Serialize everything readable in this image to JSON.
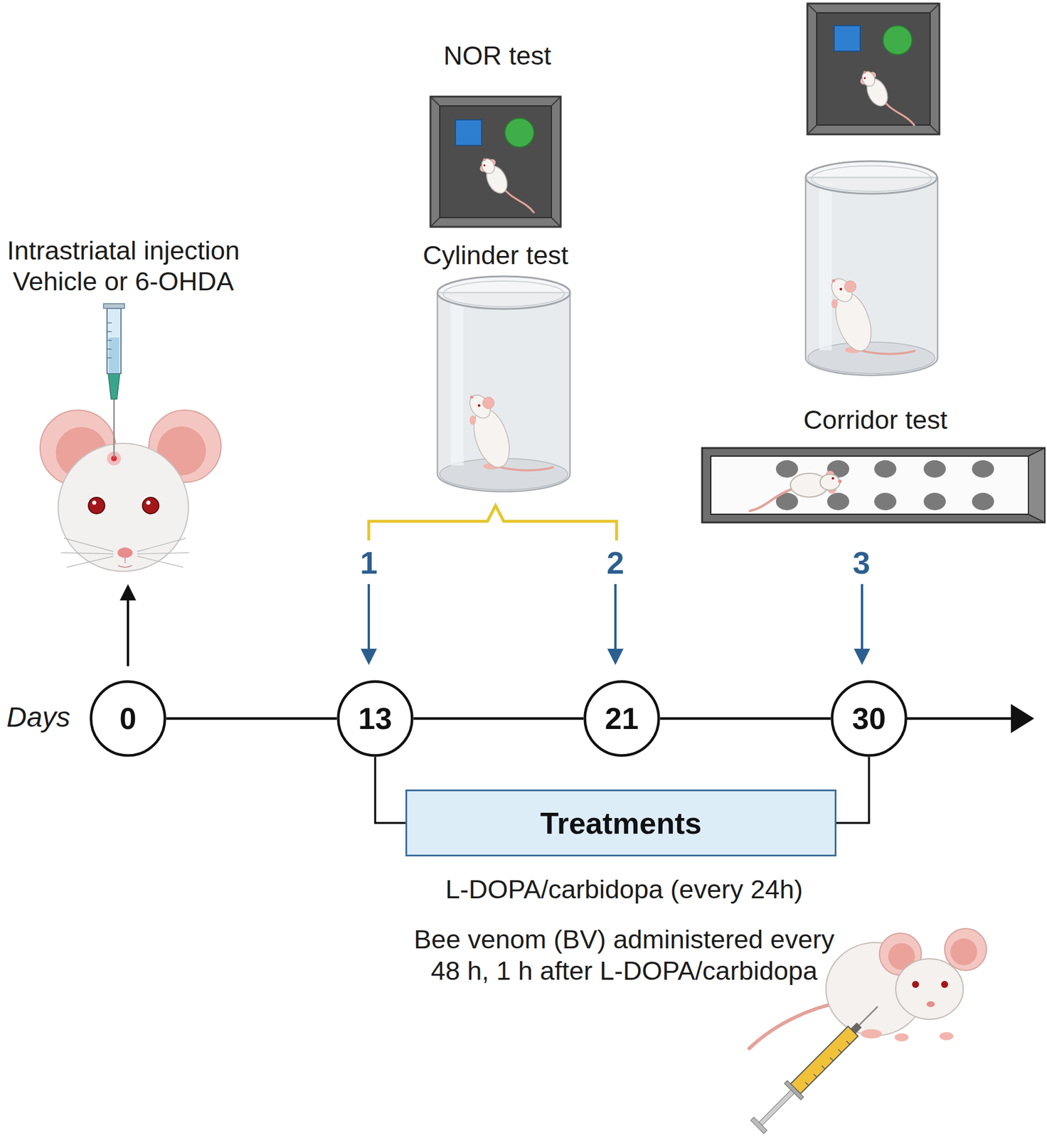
{
  "diagram": {
    "nodes": [
      {
        "text": [
          "0"
        ]
      },
      {
        "text": [
          "13"
        ]
      },
      {
        "text": [
          "21"
        ]
      },
      {
        "text": [
          "30"
        ]
      },
      {
        "text": [
          "Treatments"
        ]
      }
    ],
    "edges": [
      {
        "from": 0,
        "to": 1,
        "arrow": "none"
      },
      {
        "from": 1,
        "to": 2,
        "arrow": "none"
      },
      {
        "from": 2,
        "to": 3,
        "arrow": "none"
      },
      {
        "from": 1,
        "to": 4,
        "arrow": "none"
      },
      {
        "from": 4,
        "to": 3,
        "arrow": "none"
      }
    ],
    "labels": [
      "Intrastriatal injection Vehicle or 6-OHDA",
      "NOR test",
      "Cylinder test",
      "Corridor test",
      "1",
      "2",
      "3",
      "Days",
      "L-DOPA/carbidopa (every 24h)",
      "Bee venom (BV) administered every 48 h, 1 h after L-DOPA/carbidopa"
    ]
  }
}
